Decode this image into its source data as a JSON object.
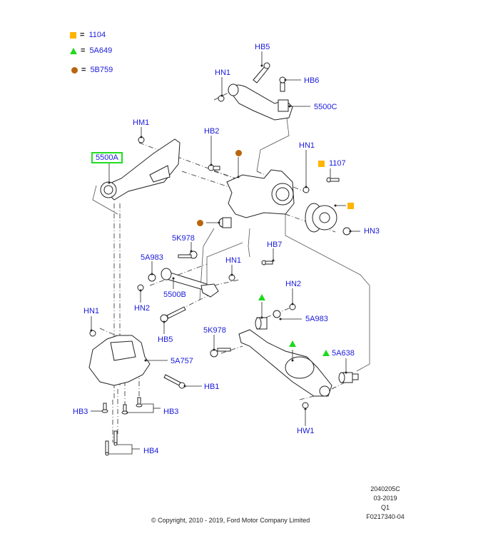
{
  "legend": [
    {
      "symbol": "orange-square",
      "color": "#ffb400",
      "label": "1104"
    },
    {
      "symbol": "green-triangle",
      "color": "#1fd81f",
      "label": "5A649"
    },
    {
      "symbol": "brown-circle",
      "color": "#b8650e",
      "label": "5B759"
    }
  ],
  "callouts": {
    "hb5_top": "HB5",
    "hn1_top": "HN1",
    "hb6": "HB6",
    "c5500c": "5500C",
    "hm1": "HM1",
    "c5500a": "5500A",
    "hb2": "HB2",
    "hn1_knuckle": "HN1",
    "c1107": "1107",
    "hn3": "HN3",
    "c5k978_top": "5K978",
    "c5a983_left": "5A983",
    "hn1_mid": "HN1",
    "hb7": "HB7",
    "hn2_left": "HN2",
    "c5500b": "5500B",
    "hb5_mid": "HB5",
    "hn2_right": "HN2",
    "c5a983_right": "5A983",
    "c5k978_bottom": "5K978",
    "c5a638": "5A638",
    "hn1_bottom": "HN1",
    "c5a757": "5A757",
    "hb1": "HB1",
    "hb3_left": "HB3",
    "hb3_right": "HB3",
    "hb4": "HB4",
    "hw1": "HW1"
  },
  "highlighted_part": "5500A",
  "colors": {
    "label": "#1a1adb",
    "highlight_border": "#22dd22"
  },
  "footer": {
    "copyright": "© Copyright, 2010 - 2019, Ford Motor Company Limited",
    "ref_lines": [
      "2040205C",
      "03-2019",
      "Q1",
      "F0217340-04"
    ]
  }
}
